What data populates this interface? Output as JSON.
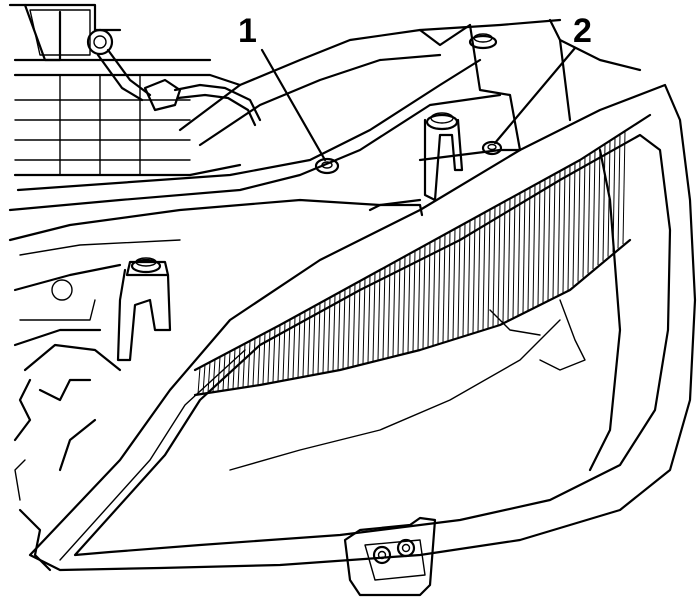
{
  "callouts": [
    {
      "label": "1",
      "target": "headlamp-mounting-bolt-1"
    },
    {
      "label": "2",
      "target": "headlamp-mounting-bolt-2"
    }
  ]
}
